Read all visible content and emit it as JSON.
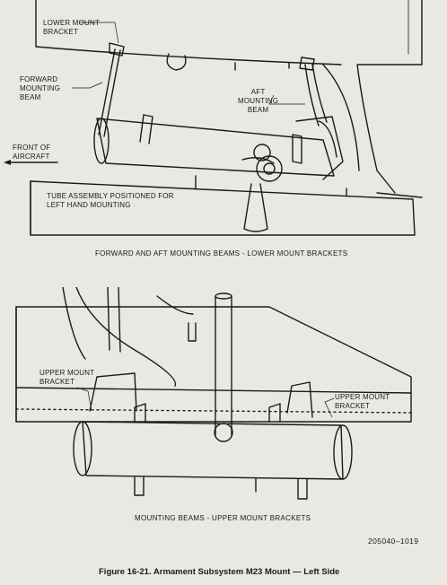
{
  "top_view": {
    "labels": {
      "lower_mount_bracket": "LOWER MOUNT\nBRACKET",
      "forward_mounting_beam": "FORWARD\nMOUNTING\nBEAM",
      "aft_mounting_beam": "AFT\nMOUNTING\nBEAM",
      "front_of_aircraft": "FRONT OF\nAIRCRAFT",
      "tube_assembly": "TUBE ASSEMBLY POSITIONED FOR\nLEFT HAND MOUNTING"
    },
    "caption": "FORWARD AND AFT MOUNTING BEAMS - LOWER MOUNT BRACKETS"
  },
  "bottom_view": {
    "labels": {
      "upper_mount_bracket_left": "UPPER MOUNT\nBRACKET",
      "upper_mount_bracket_right": "UPPER MOUNT\nBRACKET"
    },
    "caption": "MOUNTING BEAMS - UPPER MOUNT BRACKETS"
  },
  "drawing_number": "205040–1019",
  "figure_title": "Figure 16-21.   Armament Subsystem M23 Mount — Left Side"
}
